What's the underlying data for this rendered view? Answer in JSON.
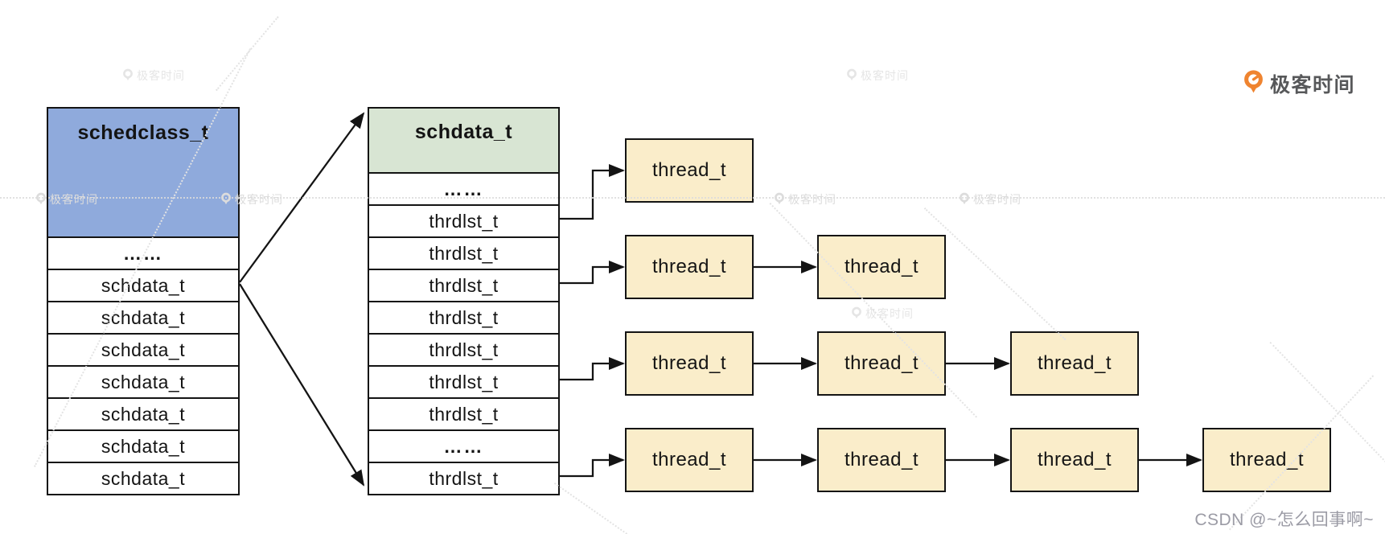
{
  "brand": {
    "logo_text": "极客时间",
    "watermark_text": "极客时间",
    "csdn_credit": "CSDN @~怎么回事啊~"
  },
  "diagram": {
    "left_table": {
      "header": "schedclass_t",
      "rows": [
        "……",
        "schdata_t",
        "schdata_t",
        "schdata_t",
        "schdata_t",
        "schdata_t",
        "schdata_t",
        "schdata_t"
      ]
    },
    "middle_table": {
      "header": "schdata_t",
      "rows": [
        "……",
        "thrdlst_t",
        "thrdlst_t",
        "thrdlst_t",
        "thrdlst_t",
        "thrdlst_t",
        "thrdlst_t",
        "thrdlst_t",
        "……",
        "thrdlst_t"
      ]
    },
    "thread_box_label": "thread_t",
    "thread_rows": [
      {
        "boxes": 1
      },
      {
        "boxes": 2
      },
      {
        "boxes": 3
      },
      {
        "boxes": 4
      }
    ],
    "connections": [
      {
        "from_middle_row": 1,
        "to_thread_row": 0
      },
      {
        "from_middle_row": 3,
        "to_thread_row": 1
      },
      {
        "from_middle_row": 6,
        "to_thread_row": 2
      },
      {
        "from_middle_row": 9,
        "to_thread_row": 3
      }
    ],
    "fan_from_left_row": 1
  },
  "colors": {
    "left_header_bg": "#8faadc",
    "middle_header_bg": "#d8e5d3",
    "thread_box_bg": "#faedca",
    "border_ink": "#141414",
    "logo_orange": "#ef8430",
    "logo_text_gray": "#57585a",
    "credit_gray": "#9b9ba5",
    "watermark_gray": "#dcdcdc"
  }
}
